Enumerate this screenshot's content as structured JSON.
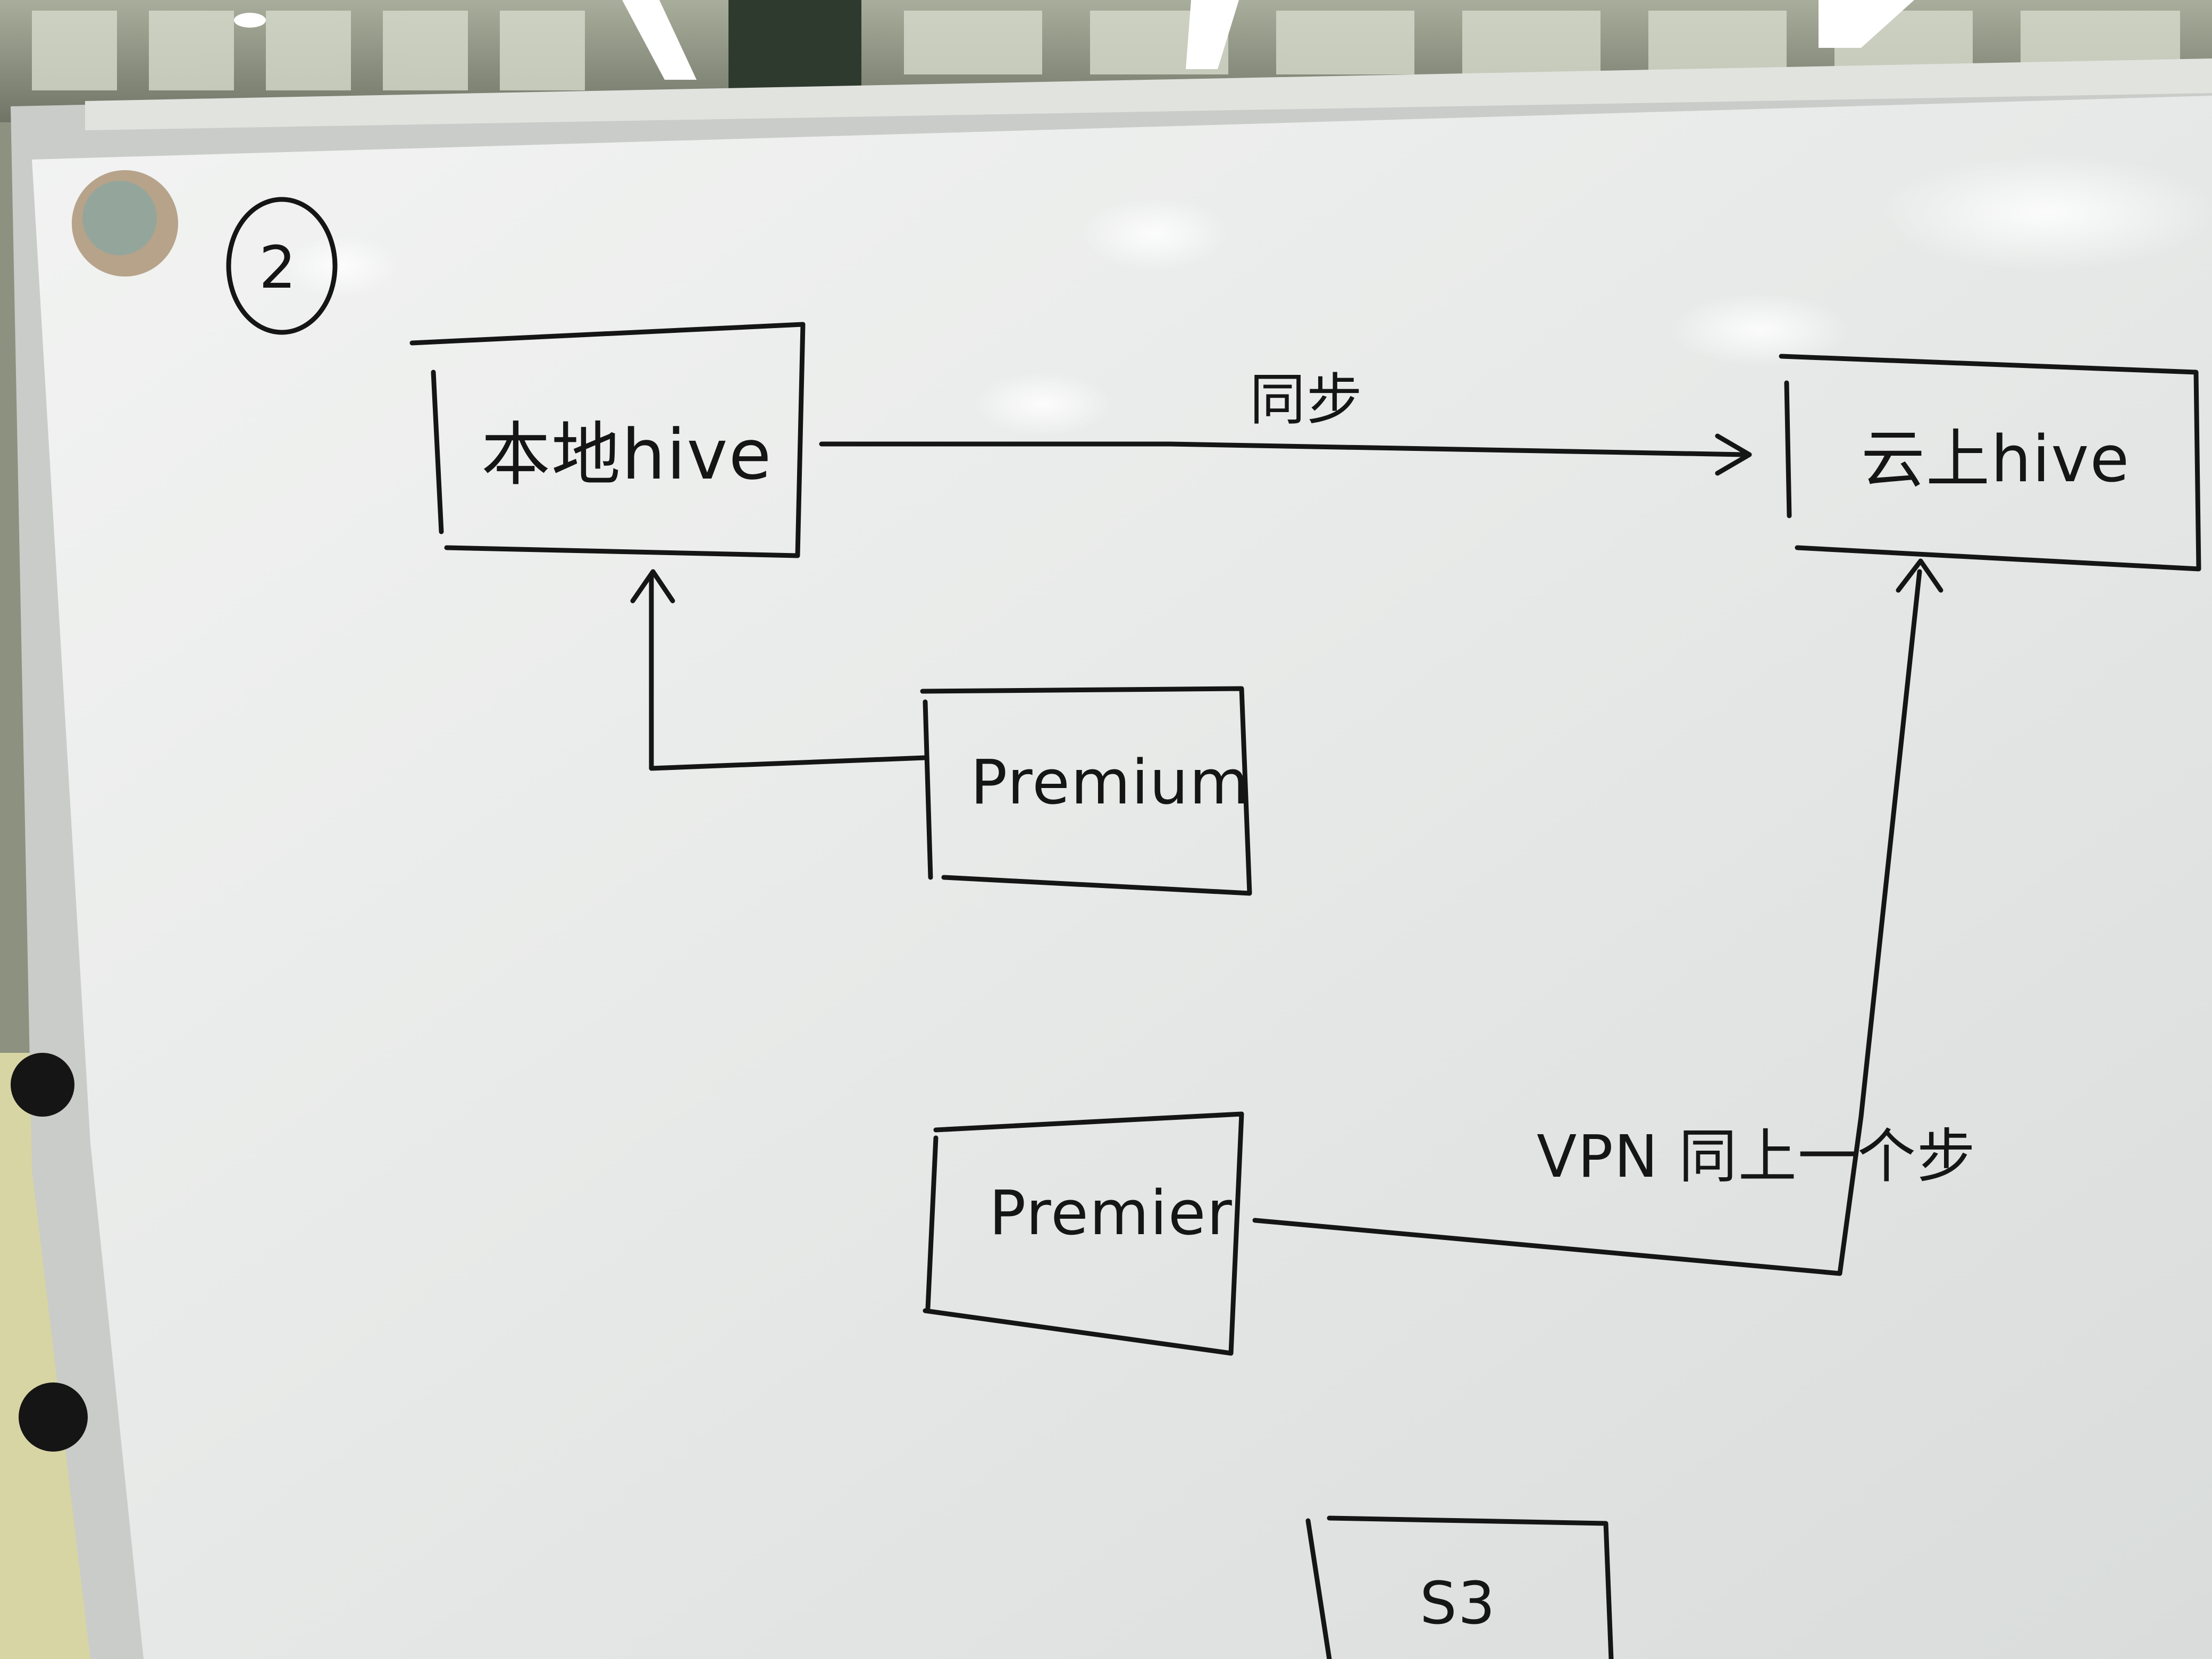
{
  "whiteboard": {
    "step_number": "2",
    "boxes": {
      "left_hive": "本地hive",
      "right_hive": "云上hive",
      "premium_top": "Premium",
      "premium_bottom": "Premier",
      "s3": "S3"
    },
    "edge_labels": {
      "sync": "同步",
      "vpn_sync": "VPN 同上一个步"
    }
  },
  "colors": {
    "board": "#e9ebea",
    "ink": "#151515",
    "frame": "#c9ccc8",
    "window_light": "#f3f4ee"
  }
}
